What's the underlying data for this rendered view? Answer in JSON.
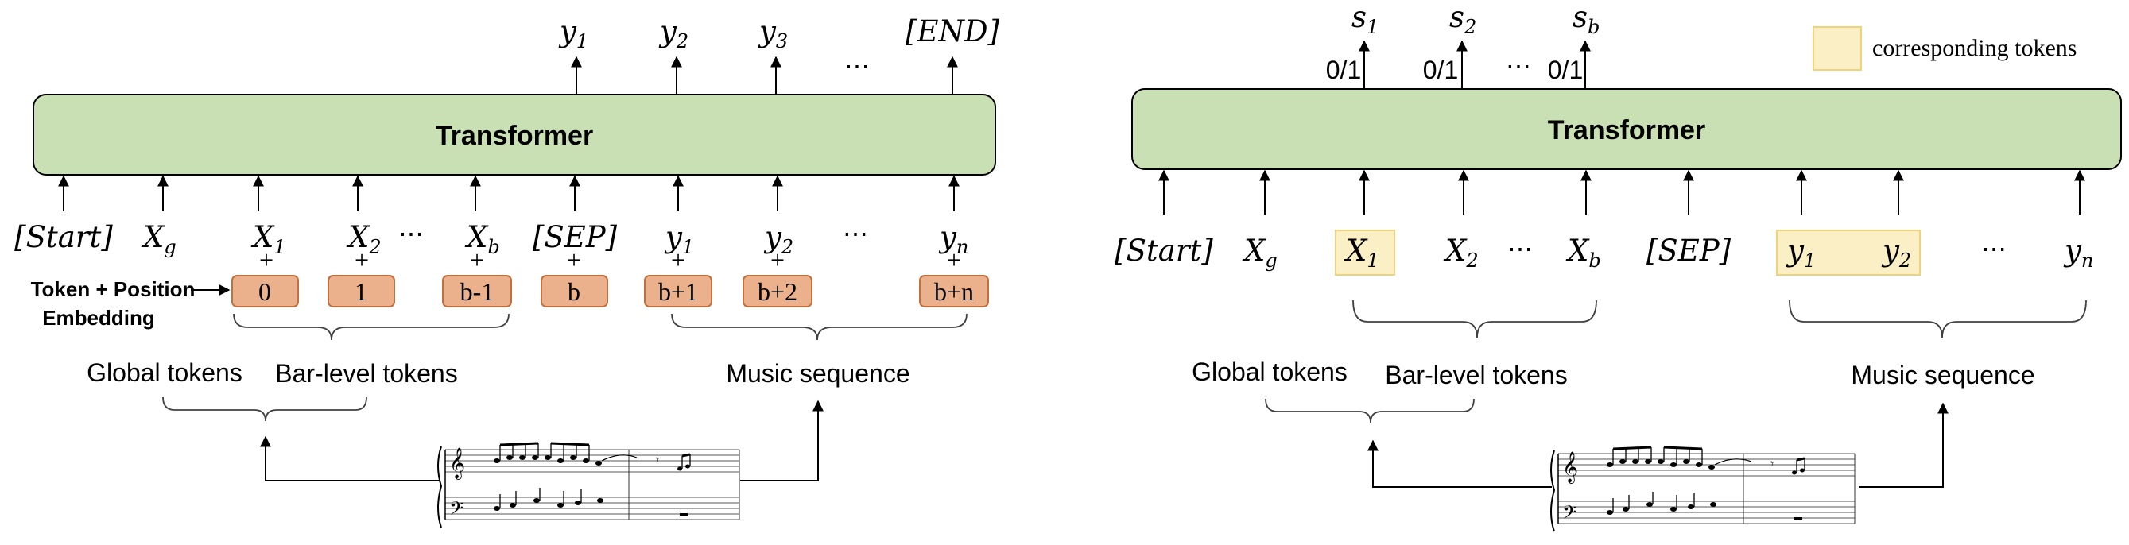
{
  "left_panel": {
    "transformer_label": "Transformer",
    "outputs": [
      "y",
      "y",
      "y",
      "⋯",
      "[END]"
    ],
    "output_subs": [
      "1",
      "2",
      "3",
      "",
      ""
    ],
    "inputs": [
      {
        "main": "[Start]",
        "sub": ""
      },
      {
        "main": "X",
        "sub": "g"
      },
      {
        "main": "X",
        "sub": "1"
      },
      {
        "main": "X",
        "sub": "2"
      },
      {
        "main": "⋯",
        "sub": ""
      },
      {
        "main": "X",
        "sub": "b"
      },
      {
        "main": "[SEP]",
        "sub": ""
      },
      {
        "main": "y",
        "sub": "1"
      },
      {
        "main": "y",
        "sub": "2"
      },
      {
        "main": "⋯",
        "sub": ""
      },
      {
        "main": "y",
        "sub": "n"
      }
    ],
    "plus_sign": "+",
    "embedding_label_line1": "Token + Position",
    "embedding_label_line2": "Embedding",
    "embeddings": [
      "0",
      "1",
      "b-1",
      "b",
      "b+1",
      "b+2",
      "b+n"
    ],
    "global_tokens_label": "Global tokens",
    "bar_level_tokens_label": "Bar-level tokens",
    "music_sequence_label": "Music sequence"
  },
  "right_panel": {
    "transformer_label": "Transformer",
    "outputs": [
      {
        "main": "s",
        "sub": "1"
      },
      {
        "main": "s",
        "sub": "2"
      },
      {
        "main": "s",
        "sub": "b"
      }
    ],
    "output_dots": "⋯",
    "binary_labels": [
      "0/1",
      "0/1",
      "0/1"
    ],
    "inputs": [
      {
        "main": "[Start]",
        "sub": ""
      },
      {
        "main": "X",
        "sub": "g"
      },
      {
        "main": "X",
        "sub": "1"
      },
      {
        "main": "X",
        "sub": "2"
      },
      {
        "main": "⋯",
        "sub": ""
      },
      {
        "main": "X",
        "sub": "b"
      },
      {
        "main": "[SEP]",
        "sub": ""
      },
      {
        "main": "y",
        "sub": "1"
      },
      {
        "main": "y",
        "sub": "2"
      },
      {
        "main": "⋯",
        "sub": ""
      },
      {
        "main": "y",
        "sub": "n"
      }
    ],
    "legend_label": "corresponding tokens",
    "global_tokens_label": "Global tokens",
    "bar_level_tokens_label": "Bar-level tokens",
    "music_sequence_label": "Music sequence"
  },
  "colors": {
    "transformer_fill": "#c9e0b5",
    "embedding_fill": "#ebb18c",
    "embedding_stroke": "#c0703f",
    "highlight_fill": "#fbefc6",
    "highlight_stroke": "#f0d27a"
  }
}
